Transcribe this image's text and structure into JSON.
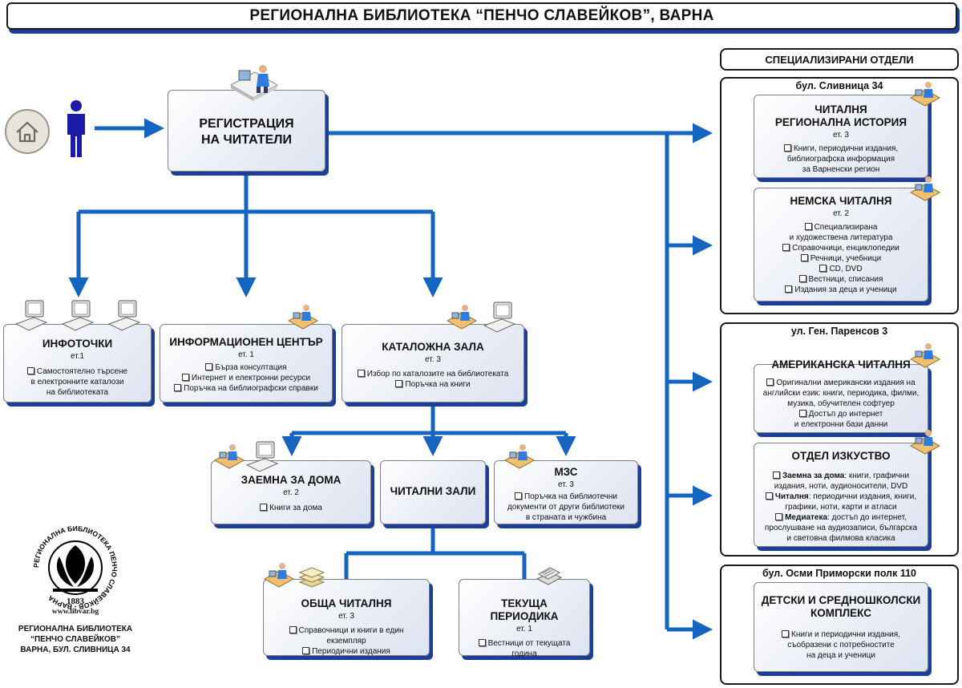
{
  "title": "РЕГИОНАЛНА БИБЛИОТЕКА “ПЕНЧО СЛАВЕЙКОВ”, ВАРНА",
  "registration": {
    "title1": "РЕГИСТРАЦИЯ",
    "title2": "НА ЧИТАТЕЛИ"
  },
  "infopoints": {
    "title": "ИНФОТОЧКИ",
    "floor": "ет.1",
    "items": [
      "Самостоятелно търсене",
      "в електронните каталози",
      "на библиотеката"
    ]
  },
  "info_center": {
    "title": "ИНФОРМАЦИОНЕН ЦЕНТЪР",
    "floor": "ет. 1",
    "items": [
      "Бърза консултация",
      "Интернет и електронни ресурси",
      "Поръчка на библиографски справки"
    ]
  },
  "catalog_hall": {
    "title": "КАТАЛОЖНА ЗАЛА",
    "floor": "ет. 3",
    "items": [
      "Избор по каталозите на библиотеката",
      "Поръчка на книги"
    ]
  },
  "home_loan": {
    "title": "ЗАЕМНА ЗА ДОМА",
    "floor": "ет. 2",
    "items": [
      "Книги за дома"
    ]
  },
  "reading_rooms": {
    "title": "ЧИТАЛНИ ЗАЛИ"
  },
  "mzs": {
    "title": "МЗС",
    "floor": "ет. 3",
    "items": [
      "Поръчка на библиотечни",
      "документи от други библиотеки",
      "в страната и чужбина"
    ]
  },
  "general_reading": {
    "title": "ОБЩА ЧИТАЛНЯ",
    "floor": "ет. 3",
    "items": [
      "Справочници и книги в един екземпляр",
      "Периодични издания"
    ]
  },
  "periodicals": {
    "title": "ТЕКУЩА ПЕРИОДИКА",
    "floor": "ет. 1",
    "items": [
      "Вестници от текущата година"
    ]
  },
  "specialized": {
    "heading": "СПЕЦИАЛИЗИРАНИ ОТДЕЛИ",
    "group1": "бул. Сливница 34",
    "group2": "ул. Ген. Паренсов 3",
    "group3": "бул. Осми Приморски полк 110",
    "regional_history": {
      "title1": "ЧИТАЛНЯ",
      "title2": "РЕГИОНАЛНА ИСТОРИЯ",
      "floor": "ет. 3",
      "items": [
        "Книги, периодични издания,",
        "библиографска информация",
        "за Варненски регион"
      ]
    },
    "german": {
      "title": "НЕМСКА ЧИТАЛНЯ",
      "floor": "ет. 2",
      "items": [
        "Специализирана",
        "и художествена литература",
        "Справочници, енциклопедии",
        "Речници, учебници",
        "CD, DVD",
        "Вестници, списания",
        "Издания за деца и ученици"
      ]
    },
    "american": {
      "title": "АМЕРИКАНСКА ЧИТАЛНЯ",
      "items": [
        "Оригинални американски издания на",
        "английски език: книги, периодика, филми,",
        "музика, обучителен софтуер",
        "Достъп до интернет",
        "и електронни бази данни"
      ]
    },
    "art": {
      "title": "ОТДЕЛ ИЗКУСТВО",
      "l1b": "Заемна за дома",
      "l1": ": книги, графични",
      "l2": "издания, ноти, аудионосители, DVD",
      "l3b": "Читалня",
      "l3": ": периодични издания, книги,",
      "l4": "графики, ноти, карти и атласи",
      "l5b": "Медиатека",
      "l5": ": достъп до интернет,",
      "l6": "прослушване на аудиозаписи, българска",
      "l7": "и световна филмова класика"
    },
    "children": {
      "title1": "ДЕТСКИ И СРЕДНОШКОЛСКИ",
      "title2": "КОМПЛЕКС",
      "items": [
        "Книги и периодични издания,",
        "съобразени с потребностите",
        "на деца и ученици"
      ]
    }
  },
  "logo": {
    "ring_text": "РЕГИОНАЛНА БИБЛИОТЕКА ПЕНЧО СЛАВЕЙКОВ - ВАРНА",
    "year": "1883",
    "url": "www.libvar.bg",
    "caption1": "РЕГИОНАЛНА БИБЛИОТЕКА",
    "caption2": "“ПЕНЧО СЛАВЕЙКОВ”",
    "caption3": "ВАРНА, БУЛ. СЛИВНИЦА 34"
  },
  "colors": {
    "arrow": "#1565c0",
    "shadow": "#1c3f96"
  },
  "icons": [
    "home-icon",
    "person-icon",
    "workstation-icon",
    "computer-icon",
    "books-icon",
    "newspaper-icon"
  ]
}
